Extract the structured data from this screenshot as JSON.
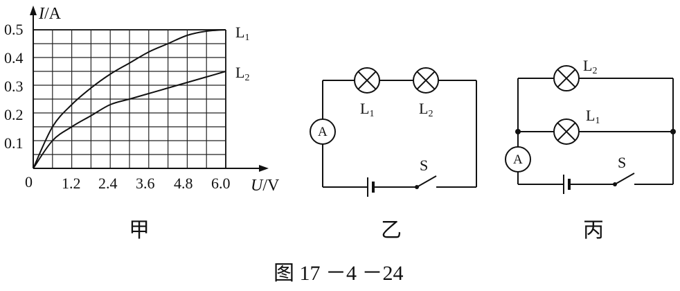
{
  "graph": {
    "y_axis": {
      "var": "I",
      "unit": "/A"
    },
    "x_axis": {
      "var": "U",
      "unit": "/V"
    },
    "origin": "0",
    "y_ticks": [
      "0.1",
      "0.2",
      "0.3",
      "0.4",
      "0.5"
    ],
    "x_ticks": [
      "1.2",
      "2.4",
      "3.6",
      "4.8",
      "6.0"
    ],
    "curve_labels": [
      {
        "main": "L",
        "sub": "1"
      },
      {
        "main": "L",
        "sub": "2"
      }
    ]
  },
  "chart_data": {
    "type": "line",
    "xlabel": "U/V",
    "ylabel": "I/A",
    "xlim": [
      0,
      6.0
    ],
    "ylim": [
      0,
      0.5
    ],
    "grid": true,
    "series": [
      {
        "name": "L1",
        "x": [
          0,
          0.6,
          1.2,
          1.8,
          2.4,
          3.0,
          3.6,
          4.2,
          4.8,
          5.4,
          6.0
        ],
        "y": [
          0,
          0.15,
          0.23,
          0.29,
          0.34,
          0.38,
          0.42,
          0.45,
          0.48,
          0.495,
          0.5
        ]
      },
      {
        "name": "L2",
        "x": [
          0,
          0.6,
          1.2,
          1.8,
          2.4,
          3.0,
          3.6,
          4.2,
          4.8,
          5.4,
          6.0
        ],
        "y": [
          0,
          0.1,
          0.15,
          0.19,
          0.23,
          0.25,
          0.27,
          0.29,
          0.31,
          0.33,
          0.35
        ]
      }
    ]
  },
  "circuit_yi": {
    "lamps": [
      {
        "main": "L",
        "sub": "1"
      },
      {
        "main": "L",
        "sub": "2"
      }
    ],
    "ammeter": "A",
    "switch": "S"
  },
  "circuit_bing": {
    "lamps": [
      {
        "main": "L",
        "sub": "2"
      },
      {
        "main": "L",
        "sub": "1"
      }
    ],
    "ammeter": "A",
    "switch": "S"
  },
  "panel_labels": [
    "甲",
    "乙",
    "丙"
  ],
  "figure_caption": "图 17 －4 －24"
}
